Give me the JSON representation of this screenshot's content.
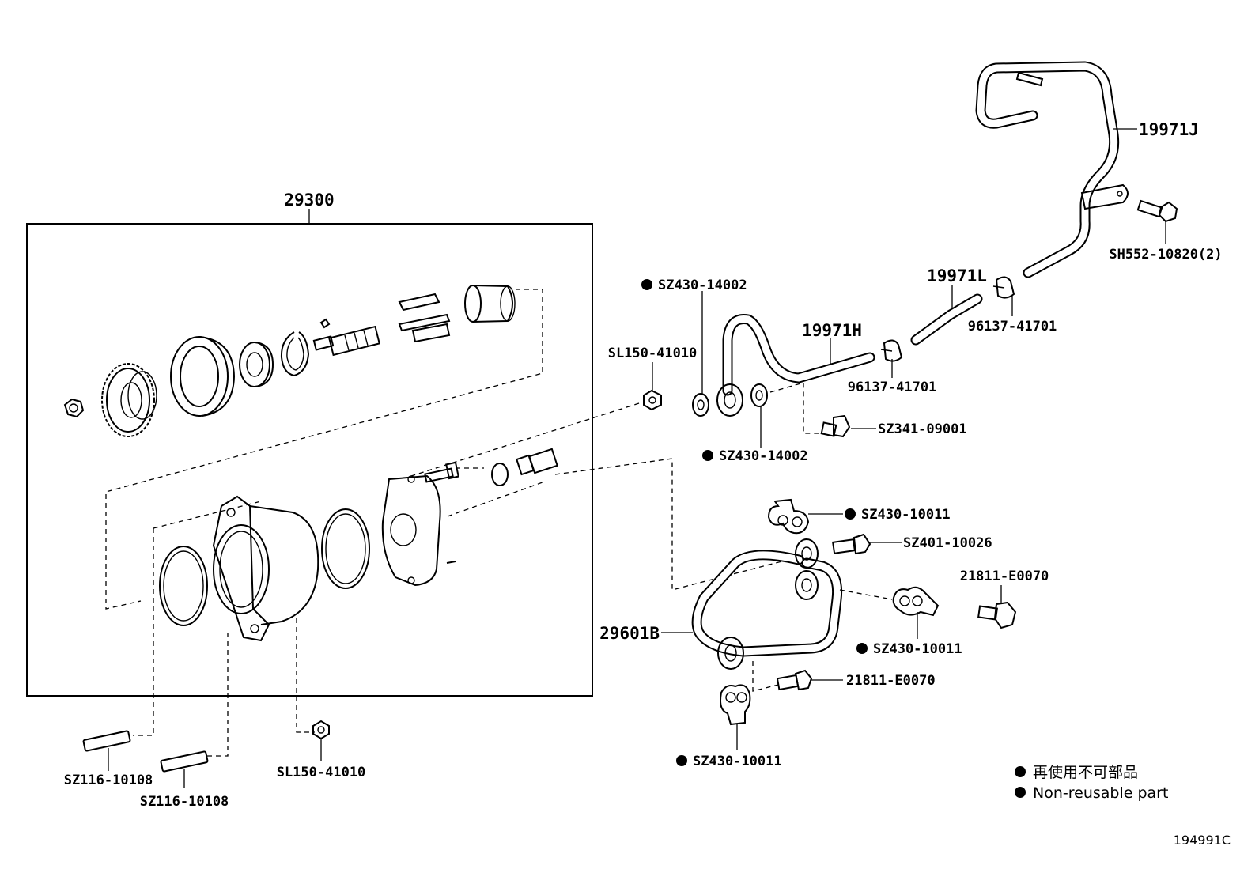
{
  "assembly_label": "29300",
  "parts": {
    "p_19971J": "19971J",
    "p_SH552": "SH552-10820(2)",
    "p_19971L": "19971L",
    "p_96137_a": "96137-41701",
    "p_96137_b": "96137-41701",
    "p_19971H": "19971H",
    "p_SZ430_14002_a": "SZ430-14002",
    "p_SZ430_14002_b": "SZ430-14002",
    "p_SL150_a": "SL150-41010",
    "p_SL150_b": "SL150-41010",
    "p_SZ341": "SZ341-09001",
    "p_SZ430_10011_a": "SZ430-10011",
    "p_SZ430_10011_b": "SZ430-10011",
    "p_SZ430_10011_c": "SZ430-10011",
    "p_SZ401": "SZ401-10026",
    "p_21811_a": "21811-E0070",
    "p_21811_b": "21811-E0070",
    "p_29601B": "29601B",
    "p_SZ116_a": "SZ116-10108",
    "p_SZ116_b": "SZ116-10108"
  },
  "legend": {
    "japanese": "再使用不可部品",
    "english": "Non-reusable part"
  },
  "figure_id": "194991C"
}
